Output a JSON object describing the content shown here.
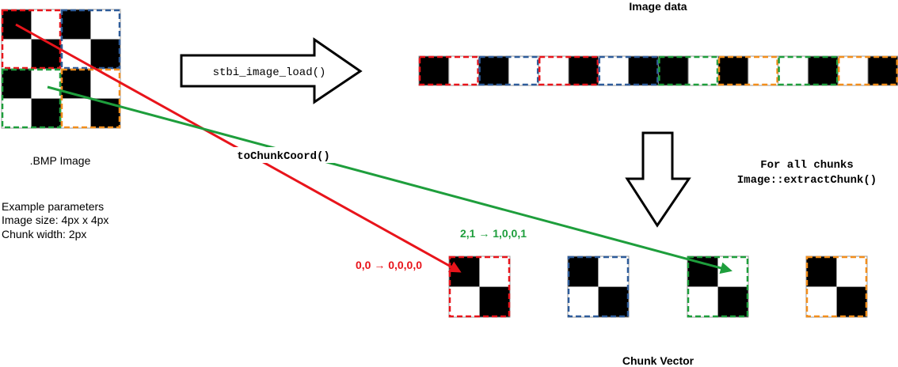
{
  "colors": {
    "red": "#e8141b",
    "blue": "#2e5c9a",
    "green": "#1e9e3c",
    "orange": "#f28e1c",
    "black": "#000000",
    "white": "#ffffff",
    "grid": "#999999"
  },
  "labels": {
    "bmp_image": ".BMP Image",
    "params_title": "Example parameters",
    "params_size": "Image size: 4px x 4px",
    "params_chunk": "Chunk width: 2px",
    "load_fn": "stbi_image_load()",
    "image_data": "Image data",
    "chunk_fn": "toChunkCoord()",
    "extract_line1": "For all chunks",
    "extract_line2": "Image::extractChunk()",
    "red_mapping": "0,0 → 0,0,0,0",
    "green_mapping": "2,1 → 1,0,0,1",
    "chunk_vector": "Chunk Vector"
  },
  "bmp_pixels": [
    [
      "black",
      "white",
      "black",
      "white"
    ],
    [
      "white",
      "black",
      "white",
      "black"
    ],
    [
      "black",
      "white",
      "black",
      "white"
    ],
    [
      "white",
      "black",
      "white",
      "black"
    ]
  ],
  "chunks": [
    {
      "color": "red",
      "pixels": [
        "black",
        "white",
        "white",
        "black"
      ]
    },
    {
      "color": "blue",
      "pixels": [
        "black",
        "white",
        "white",
        "black"
      ]
    },
    {
      "color": "green",
      "pixels": [
        "black",
        "white",
        "white",
        "black"
      ]
    },
    {
      "color": "orange",
      "pixels": [
        "black",
        "white",
        "white",
        "black"
      ]
    }
  ],
  "image_data_pixels": [
    {
      "color": "black",
      "group": "red"
    },
    {
      "color": "white",
      "group": "red"
    },
    {
      "color": "black",
      "group": "blue"
    },
    {
      "color": "white",
      "group": "blue"
    },
    {
      "color": "white",
      "group": "red"
    },
    {
      "color": "black",
      "group": "red"
    },
    {
      "color": "white",
      "group": "blue"
    },
    {
      "color": "black",
      "group": "blue"
    },
    {
      "color": "black",
      "group": "green"
    },
    {
      "color": "white",
      "group": "green"
    },
    {
      "color": "black",
      "group": "orange"
    },
    {
      "color": "white",
      "group": "orange"
    },
    {
      "color": "white",
      "group": "green"
    },
    {
      "color": "black",
      "group": "green"
    },
    {
      "color": "white",
      "group": "orange"
    },
    {
      "color": "black",
      "group": "orange"
    }
  ]
}
